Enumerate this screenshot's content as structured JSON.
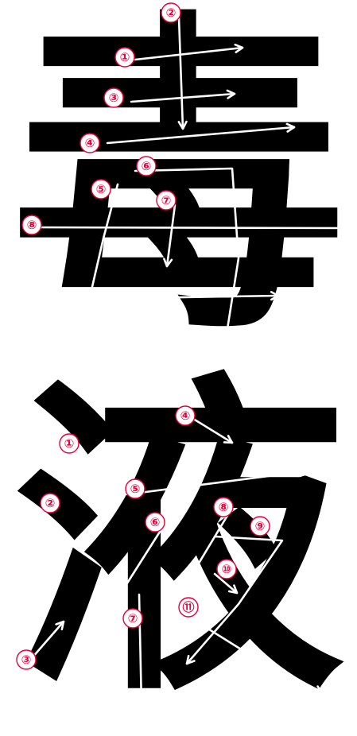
{
  "characters": [
    {
      "glyph": "毒",
      "strokes": [
        {
          "number": "①"
        },
        {
          "number": "②"
        },
        {
          "number": "③"
        },
        {
          "number": "④"
        },
        {
          "number": "⑤"
        },
        {
          "number": "⑥"
        },
        {
          "number": "⑦"
        },
        {
          "number": "⑧"
        }
      ]
    },
    {
      "glyph": "液",
      "strokes": [
        {
          "number": "①"
        },
        {
          "number": "②"
        },
        {
          "number": "③"
        },
        {
          "number": "④"
        },
        {
          "number": "⑤"
        },
        {
          "number": "⑥"
        },
        {
          "number": "⑦"
        },
        {
          "number": "⑧"
        },
        {
          "number": "⑨"
        },
        {
          "number": "⑩"
        },
        {
          "number": "⑪"
        }
      ]
    }
  ],
  "colors": {
    "glyph": "#000000",
    "stroke_path": "#ffffff",
    "number_label": "#e8003d",
    "background": "#ffffff"
  }
}
